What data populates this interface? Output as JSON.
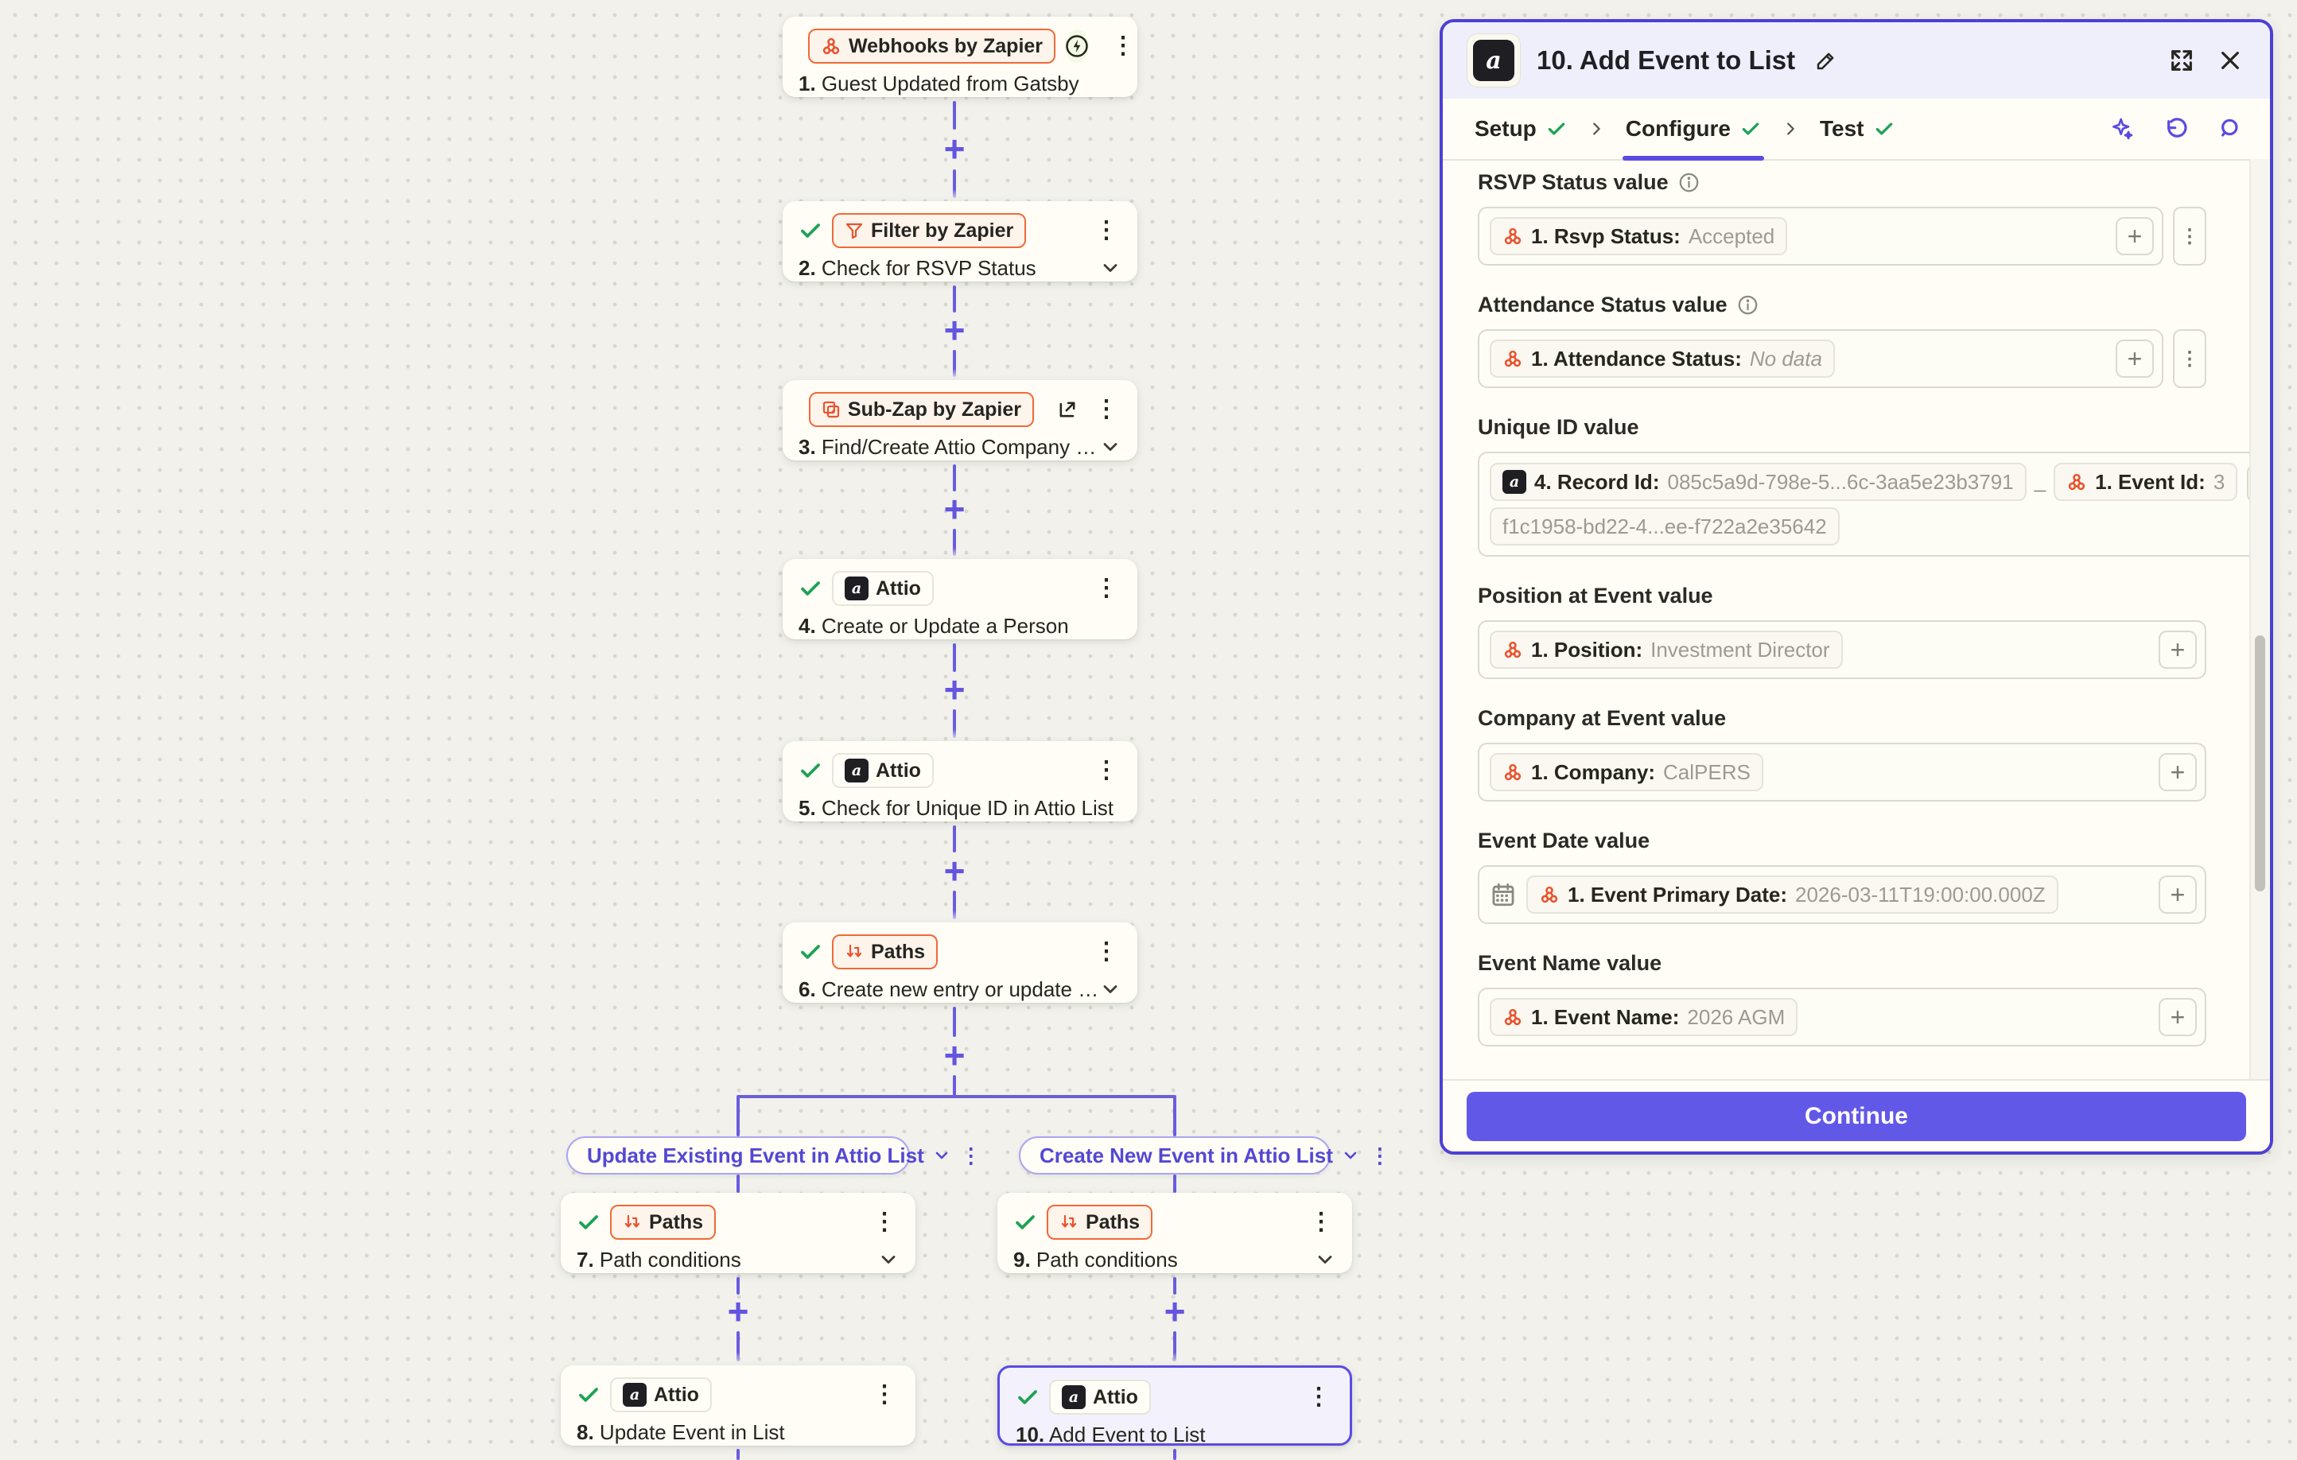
{
  "canvas": {
    "nodes": [
      {
        "num": "1.",
        "app": "Webhooks by Zapier",
        "title": "Guest Updated from Gatsby"
      },
      {
        "num": "2.",
        "app": "Filter by Zapier",
        "title": "Check for RSVP Status"
      },
      {
        "num": "3.",
        "app": "Sub-Zap by Zapier",
        "title": "Find/Create Attio Company Su..."
      },
      {
        "num": "4.",
        "app": "Attio",
        "title": "Create or Update a Person"
      },
      {
        "num": "5.",
        "app": "Attio",
        "title": "Check for Unique ID in Attio List"
      },
      {
        "num": "6.",
        "app": "Paths",
        "title": "Create new entry or update one?"
      },
      {
        "num": "7.",
        "app": "Paths",
        "title": "Path conditions"
      },
      {
        "num": "8.",
        "app": "Attio",
        "title": "Update Event in List"
      },
      {
        "num": "9.",
        "app": "Paths",
        "title": "Path conditions"
      },
      {
        "num": "10.",
        "app": "Attio",
        "title": "Add Event to List"
      }
    ],
    "branches": [
      {
        "label": "Update Existing Event in Attio List"
      },
      {
        "label": "Create New Event in Attio List"
      }
    ],
    "kebab_glyph": "⋮",
    "plus_glyph": "+"
  },
  "panel": {
    "title": "10. Add Event to List",
    "tabs": [
      {
        "label": "Setup"
      },
      {
        "label": "Configure"
      },
      {
        "label": "Test"
      }
    ],
    "fields": [
      {
        "label": "RSVP Status value",
        "token_label": "1. Rsvp Status:",
        "token_value": "Accepted"
      },
      {
        "label": "Attendance Status value",
        "token_label": "1. Attendance Status:",
        "token_value": "No data"
      },
      {
        "label": "Unique ID value",
        "token1_label": "4. Record Id:",
        "token1_value": "085c5a9d-798e-5...6c-3aa5e23b3791",
        "separator": "_",
        "token2_label": "1. Event Id:",
        "token2_value": "3",
        "token2_continuation": "f1c1958-bd22-4...ee-f722a2e35642"
      },
      {
        "label": "Position at Event value",
        "token_label": "1. Position:",
        "token_value": "Investment Director"
      },
      {
        "label": "Company at Event value",
        "token_label": "1. Company:",
        "token_value": "CalPERS"
      },
      {
        "label": "Event Date value",
        "token_label": "1. Event Primary Date:",
        "token_value": "2026-03-11T19:00:00.000Z"
      },
      {
        "label": "Event Name value",
        "token_label": "1. Event Name:",
        "token_value": "2026 AGM"
      }
    ],
    "continue_label": "Continue",
    "colors": {
      "accent": "#5b4be4",
      "panel_border": "#4c40d4",
      "continue": "#6258e8",
      "orange": "#e8542f",
      "green": "#1fa257"
    }
  }
}
